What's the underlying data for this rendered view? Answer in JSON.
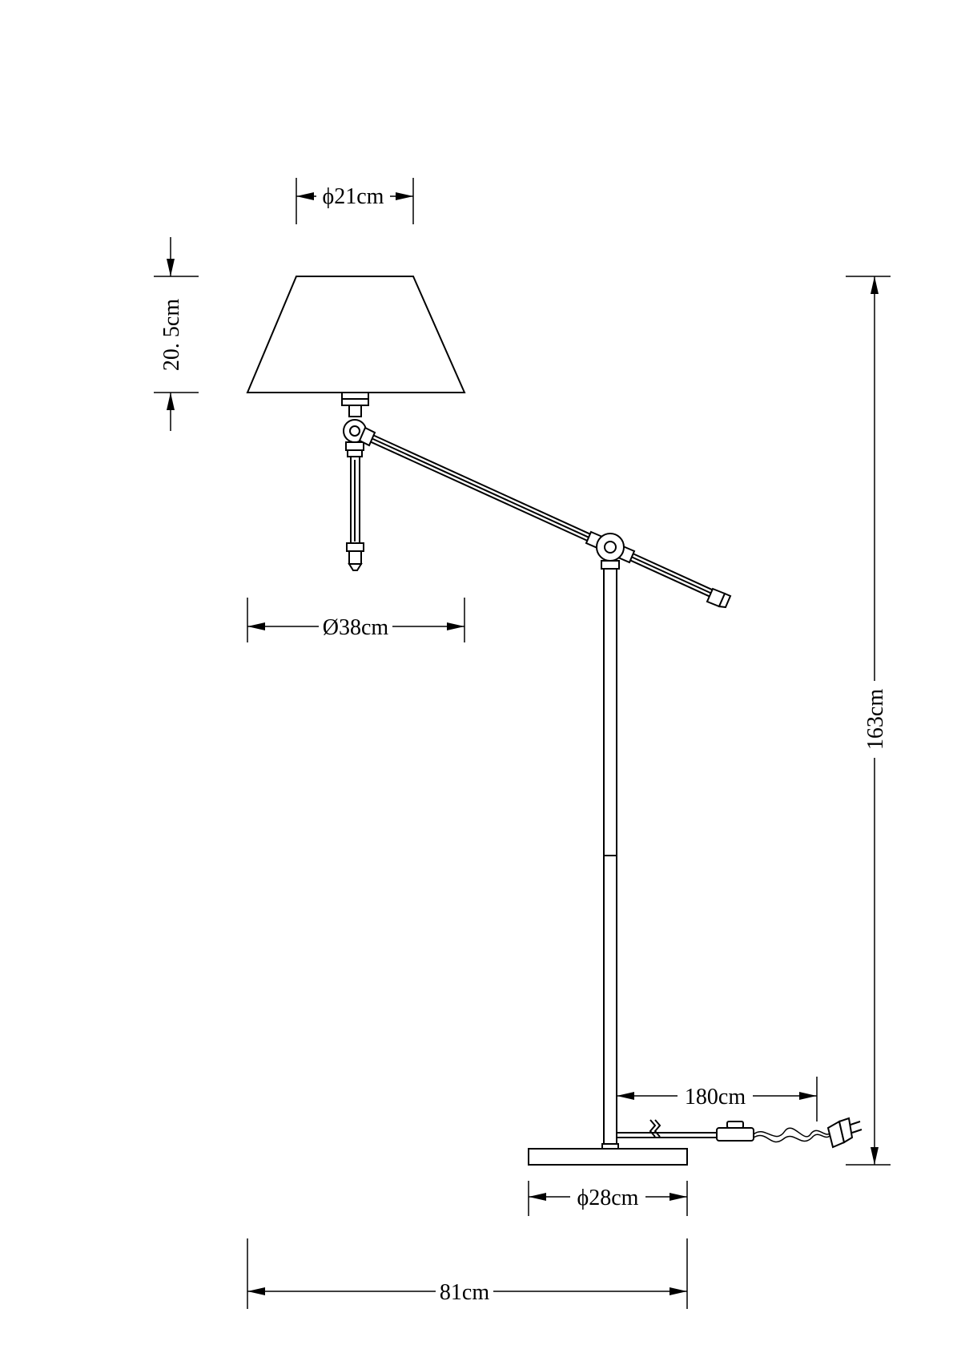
{
  "dimensions": {
    "top_diameter": "ϕ21cm",
    "shade_height": "20. 5cm",
    "shade_diameter": "Ø38cm",
    "total_height": "163cm",
    "cable_length": "180cm",
    "base_diameter": "ϕ28cm",
    "total_width": "81cm"
  }
}
